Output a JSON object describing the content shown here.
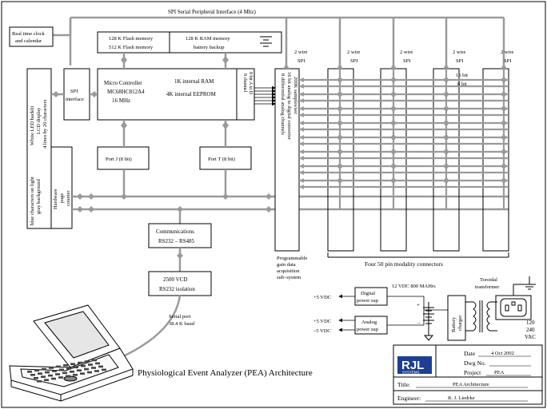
{
  "bus": {
    "spi_title": "SPI Serial Peripheral Interface (4 Mhz)",
    "two_wire_spi": "2 wire",
    "spi_word": "SPI",
    "bit16": "16 bit",
    "bit8": "8 bit"
  },
  "blocks": {
    "rtc_1": "Real time clock",
    "rtc_2": "and calendar",
    "flash_1": "128 K Flash memory",
    "flash_2": "512 K Flash memory",
    "ram_1": "128 K RAM memory",
    "ram_2": "battery backup",
    "mcu_1": "Micro Controller",
    "mcu_2": "MC68HC812A4",
    "mcu_3": "16 MHz",
    "mcu_ram": "1K internal RAM",
    "mcu_eeprom": "4K internal EEPROM",
    "ad_1": "8 channel",
    "ad_2": "8 bit A to D",
    "spi_if_1": "SPI",
    "spi_if_2": "interface",
    "lcd_1": "White LED backlit",
    "lcd_2": "LCD display",
    "lcd_3": "4 lines by 20 characters",
    "lcd_4": "blue characters on light",
    "lcd_5": "gray background",
    "hw_1": "Hardware",
    "hw_2": "page",
    "hw_3": "counter",
    "portj": "Port J (8 bit)",
    "portt": "Port T (8 bit)",
    "comm_1": "Communications",
    "comm_2": "RS232 – RS485",
    "iso_1": "2500 VCD",
    "iso_2": "RS232 isolation",
    "adc_1": "8 differential analog channels",
    "adc_2": "16 bit analog to digital converter",
    "adc_3": "200K samples/sec",
    "pga_1": "Programmable",
    "pga_2": "gain data",
    "pga_3": "acquisition",
    "pga_4": "sub–system",
    "connectors": "Four 50 pin modality connectors",
    "serial_1": "Serial port",
    "serial_2": "38.4 K baud"
  },
  "power": {
    "v12": "12 VDC 800 MAHrs",
    "digital_1": "Digital",
    "digital_2": "power sup",
    "analog_1": "Analog",
    "analog_2": "power sup",
    "p5a": "+5 VDC",
    "p5b": "+5 VDC",
    "m5": "–5 VDC",
    "charger_1": "Battery",
    "charger_2": "charger",
    "toroid_1": "Toroidal",
    "toroid_2": "transformer",
    "ac_1": "120",
    "ac_2": "240",
    "ac_3": "VAC",
    "plus": "+",
    "minus": "–"
  },
  "title": "Physiological Event Analyzer (PEA) Architecture",
  "titleblock": {
    "logo_letters": "RJL",
    "logo_sub": "SYSTEMS",
    "date_label": "Date",
    "date_value": "4 Oct 2002",
    "dwg_label": "Dwg No.",
    "project_label": "Project",
    "project_value": "PEA",
    "title_label": "Title:",
    "title_value": "PEA Architecture",
    "engineer_label": "Engineer:",
    "engineer_value": "R. J. Liedrke"
  }
}
